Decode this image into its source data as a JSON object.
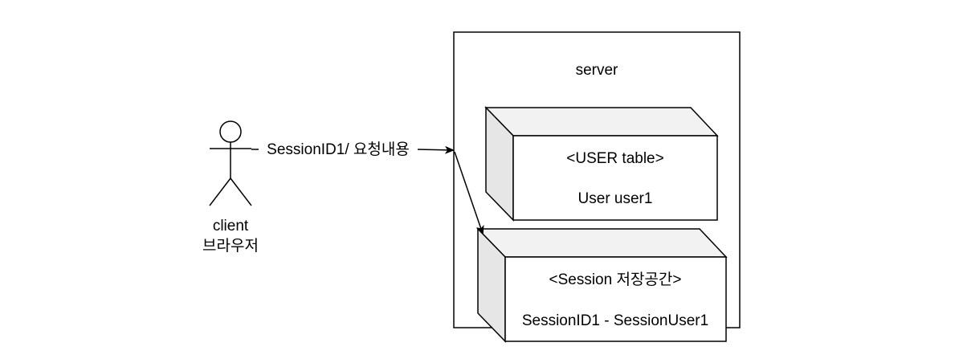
{
  "diagram": {
    "actor": {
      "name": "client",
      "subtitle": "브라우저"
    },
    "arrow_label": "SessionID1/ 요청내용",
    "server": {
      "label": "server"
    },
    "user_table": {
      "title": "<USER table>",
      "content": "User user1"
    },
    "session_store": {
      "title": "<Session 저장공간>",
      "content": "SessionID1 - SessionUser1"
    }
  },
  "colors": {
    "stroke": "#000000",
    "fill": "#ffffff",
    "side_face": "#e6e6e6",
    "top_face": "#f2f2f2"
  }
}
